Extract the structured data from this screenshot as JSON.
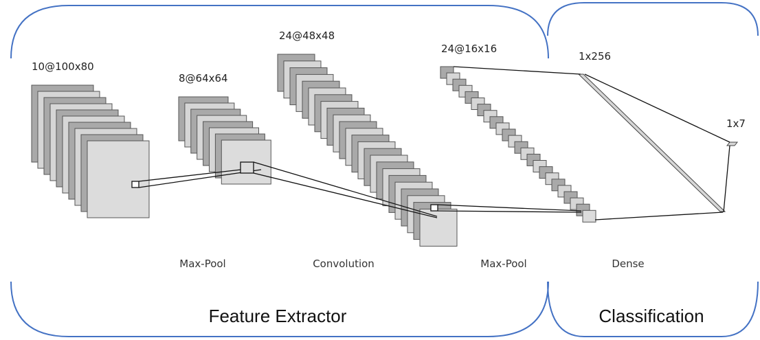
{
  "colors": {
    "border": "#4472c4",
    "dark_map": "#a9a9a9",
    "light_map": "#d6d6d6",
    "front_map": "#dcdcdc",
    "line": "#111111"
  },
  "layers": [
    {
      "label": "10@100x80",
      "maps": 10
    },
    {
      "label": "8@64x64",
      "maps": 8
    },
    {
      "label": "24@48x48",
      "maps": 24
    },
    {
      "label": "24@16x16",
      "maps": 24
    },
    {
      "label": "1x256"
    },
    {
      "label": "1x7"
    }
  ],
  "operations": [
    {
      "label": "Max-Pool"
    },
    {
      "label": "Convolution"
    },
    {
      "label": "Max-Pool"
    },
    {
      "label": "Dense"
    }
  ],
  "groups": {
    "feature_extractor": "Feature Extractor",
    "classification": "Classification"
  }
}
